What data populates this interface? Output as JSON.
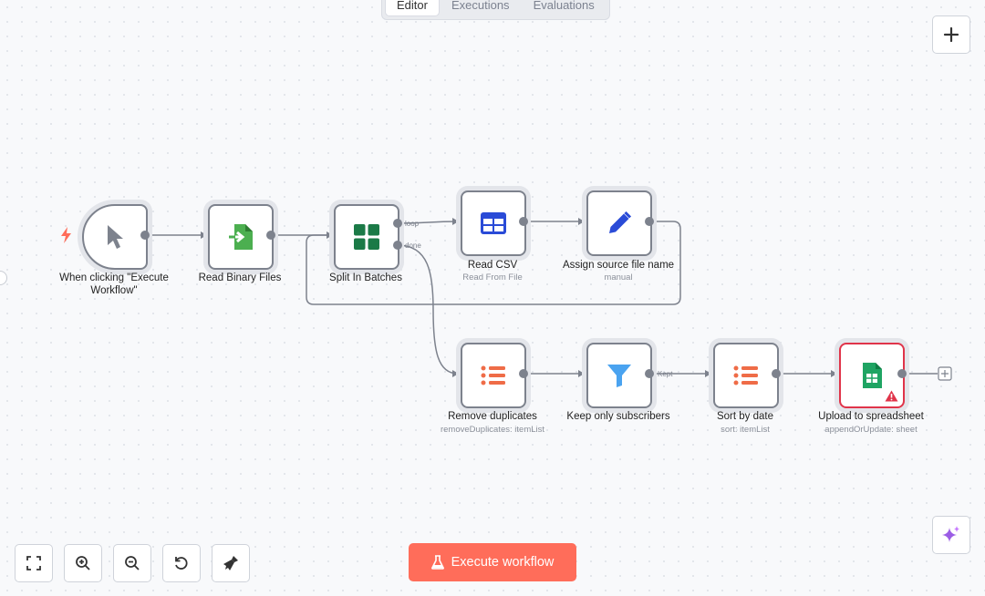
{
  "tabs": [
    {
      "label": "Editor",
      "active": true
    },
    {
      "label": "Executions",
      "active": false
    },
    {
      "label": "Evaluations",
      "active": false
    }
  ],
  "nodes": {
    "trigger": {
      "label": "When clicking \"Execute Workflow\"",
      "icon": "cursor-icon"
    },
    "read_binary": {
      "label": "Read Binary Files",
      "icon": "file-import-icon"
    },
    "split_batches": {
      "label": "Split In Batches",
      "icon": "grid-icon",
      "outputs": [
        "loop",
        "done"
      ]
    },
    "read_csv": {
      "label": "Read CSV",
      "subtitle": "Read From File",
      "icon": "table-icon"
    },
    "assign_name": {
      "label": "Assign source file name",
      "subtitle": "manual",
      "icon": "pencil-icon"
    },
    "remove_duplicates": {
      "label": "Remove duplicates",
      "subtitle": "removeDuplicates: itemList",
      "icon": "list-icon"
    },
    "keep_subscribers": {
      "label": "Keep only subscribers",
      "icon": "filter-icon",
      "outputs": [
        "Kept"
      ]
    },
    "sort_date": {
      "label": "Sort by date",
      "subtitle": "sort: itemList",
      "icon": "list-icon"
    },
    "upload_sheet": {
      "label": "Upload to spreadsheet",
      "subtitle": "appendOrUpdate: sheet",
      "icon": "google-sheets-icon",
      "status": "error"
    }
  },
  "execute": {
    "label": "Execute workflow",
    "icon": "flask-icon"
  },
  "toolbar": [
    "fit-view-icon",
    "zoom-in-icon",
    "zoom-out-icon",
    "reset-zoom-icon",
    "tidy-up-icon"
  ],
  "colors": {
    "accent": "#ff6d5a",
    "node_border": "#7d828d",
    "error": "#e0344a",
    "sheets_green": "#1fa463",
    "csv_blue": "#2a4bd7",
    "list_orange": "#ef6c47",
    "filter_blue": "#4aa3f0"
  }
}
